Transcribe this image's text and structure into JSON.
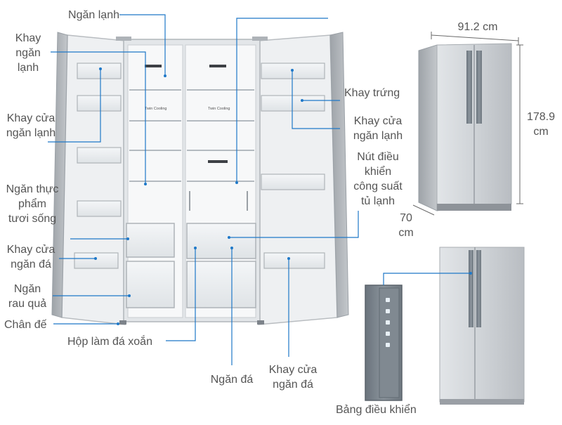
{
  "labels": {
    "ngan_lanh": "Ngăn lạnh",
    "khay_ngan_lanh": "Khay\nngăn\nlạnh",
    "khay_cua_ngan_lanh": "Khay cửa\nngăn lạnh",
    "ngan_thuc_pham": "Ngăn thực\nphẩm\ntươi sống",
    "khay_cua_ngan_da_left": "Khay cửa\nngăn đá",
    "ngan_rau_qua": "Ngăn\nrau quả",
    "chan_de": "Chân đế",
    "hop_lam_da": "Hộp làm đá xoắn",
    "ngan_da": "Ngăn đá",
    "khay_cua_ngan_da_bottom": "Khay cửa\nngăn đá",
    "khay_trung": "Khay trứng",
    "khay_cua_ngan_lanh_right": "Khay cửa\nngăn lạnh",
    "nut_dieu_khien": "Nút điều\nkhiển\ncông suất\ntủ lạnh",
    "bang_dieu_khien": "Bảng điều khiển"
  },
  "dimensions": {
    "width": "91.2 cm",
    "height": "178.9\ncm",
    "depth": "70\ncm"
  },
  "fridge_text": {
    "twin_cooling_left": "Twin Cooling",
    "twin_cooling_right": "Twin Cooling"
  },
  "colors": {
    "callout_line": "#1e78c8",
    "label_text": "#555555",
    "steel": "#c6c9cd"
  }
}
